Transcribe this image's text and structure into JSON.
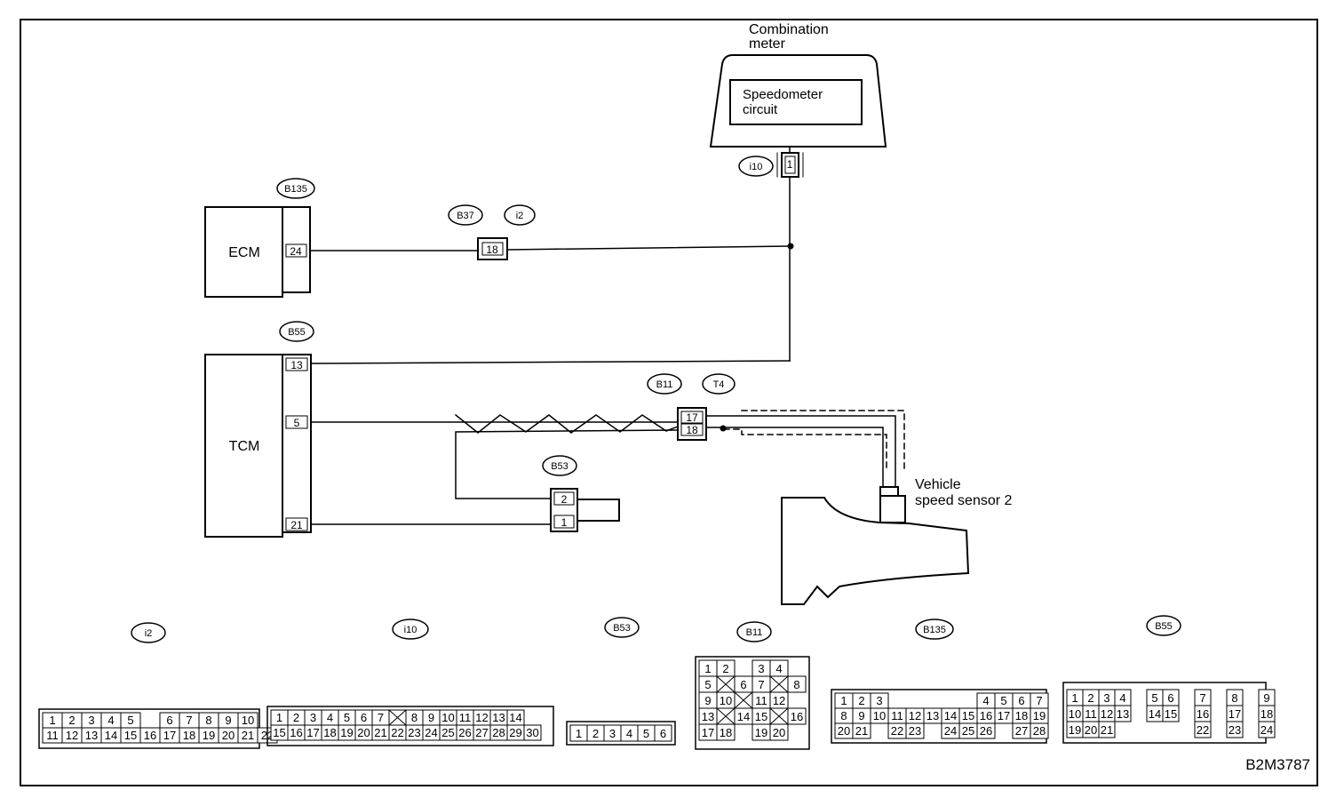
{
  "meter": {
    "title_line1": "Combination",
    "title_line2": "meter",
    "circuit_line1": "Speedometer",
    "circuit_line2": "circuit"
  },
  "modules": {
    "ecm": "ECM",
    "tcm": "TCM"
  },
  "sensor": {
    "line1": "Vehicle",
    "line2": "speed sensor 2"
  },
  "tags": {
    "i10": "i10",
    "b135": "B135",
    "b37": "B37",
    "i2": "i2",
    "b55": "B55",
    "b11": "B11",
    "t4": "T4",
    "b53": "B53"
  },
  "pins": {
    "i10_1": "1",
    "b135_24": "24",
    "joint_18": "18",
    "b55_13": "13",
    "b55_5": "5",
    "b55_21": "21",
    "b11_17": "17",
    "b11_18": "18",
    "b53_2": "2",
    "b53_1": "1"
  },
  "legend": {
    "i2": "i2",
    "i10": "i10",
    "b53": "B53",
    "b11": "B11",
    "b135": "B135",
    "b55": "B55"
  },
  "figure_id": "B2M3787",
  "connectors": {
    "i2": {
      "row1": [
        "1",
        "2",
        "3",
        "4",
        "5",
        "",
        "6",
        "7",
        "8",
        "9",
        "10"
      ],
      "row2": [
        "11",
        "12",
        "13",
        "14",
        "15",
        "16",
        "17",
        "18",
        "19",
        "20",
        "21",
        "22"
      ]
    },
    "i10": {
      "row1": [
        "1",
        "2",
        "3",
        "4",
        "5",
        "6",
        "7",
        "X",
        "8",
        "9",
        "10",
        "11",
        "12",
        "13",
        "14"
      ],
      "row2": [
        "15",
        "16",
        "17",
        "18",
        "19",
        "20",
        "21",
        "22",
        "23",
        "24",
        "25",
        "26",
        "27",
        "28",
        "29",
        "30"
      ]
    },
    "b53": {
      "row1": [
        "1",
        "2",
        "3",
        "4",
        "5",
        "6"
      ]
    },
    "b11": {
      "row1": [
        "1",
        "2",
        "",
        "3",
        "4"
      ],
      "row2": [
        "5",
        "X",
        "6",
        "7",
        "X",
        "8"
      ],
      "row3": [
        "9",
        "10",
        "X",
        "11",
        "12"
      ],
      "row4": [
        "13",
        "X",
        "14",
        "15",
        "X",
        "16"
      ],
      "row5": [
        "17",
        "18",
        "",
        "19",
        "20"
      ]
    },
    "b135": {
      "row1": [
        "1",
        "2",
        "3",
        "",
        "",
        "",
        "",
        "",
        "4",
        "5",
        "6",
        "7"
      ],
      "row2": [
        "8",
        "9",
        "10",
        "11",
        "12",
        "13",
        "14",
        "15",
        "16",
        "17",
        "18",
        "19"
      ],
      "row3": [
        "20",
        "21",
        "",
        "22",
        "23",
        "",
        "24",
        "25",
        "26",
        "",
        "27",
        "28"
      ]
    },
    "b55": {
      "row1": [
        "1",
        "2",
        "3",
        "4",
        "",
        "5",
        "6",
        "",
        "7",
        "",
        "8",
        "",
        "9"
      ],
      "row2": [
        "10",
        "11",
        "12",
        "13",
        "",
        "14",
        "15",
        "",
        "16",
        "",
        "17",
        "",
        "18"
      ],
      "row3": [
        "19",
        "20",
        "21",
        "",
        "",
        "",
        "",
        "",
        "22",
        "",
        "23",
        "",
        "24"
      ]
    }
  }
}
